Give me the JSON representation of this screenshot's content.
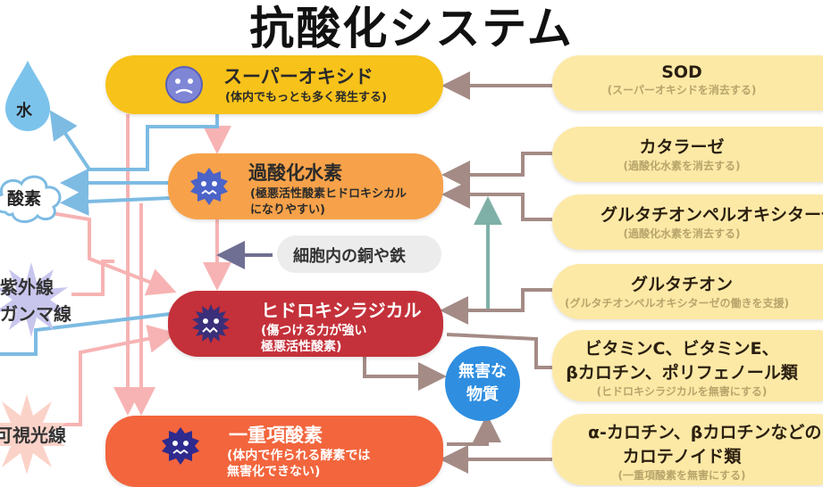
{
  "title": "抗酸化システム",
  "species": {
    "superoxide": {
      "name": "スーパーオキシド",
      "sub": "(体内でもっとも多く発生する)"
    },
    "h2o2": {
      "name": "過酸化水素",
      "sub1": "(極悪活性酸素ヒドロキシカル",
      "sub2": "になりやすい)"
    },
    "hydroxyl": {
      "name": "ヒドロキシラジカル",
      "sub1": "(傷つける力が強い",
      "sub2": "極悪活性酸素)"
    },
    "singlet": {
      "name": "一重項酸素",
      "sub1": "(体内で作られる酵素では",
      "sub2": "無害化できない)"
    }
  },
  "copper_iron": "細胞内の銅や鉄",
  "harmless": {
    "line1": "無害な",
    "line2": "物質"
  },
  "left": {
    "water": "水",
    "oxygen": "酸素",
    "uv1": "紫外線",
    "uv2": "ガンマ線",
    "visible": "可視光線"
  },
  "enzymes": [
    {
      "name": "SOD",
      "sub": "(スーパーオキシドを消去する)"
    },
    {
      "name": "カタラーゼ",
      "sub": "(過酸化水素を消去する)"
    },
    {
      "name": "グルタチオンペルオキシターゼ",
      "sub": "(過酸化水素を消去する)"
    },
    {
      "name": "グルタチオン",
      "sub": "(グルタチオンペルオキシターゼの働きを支援)"
    },
    {
      "name1": "ビタミンC、ビタミンE、",
      "name2": "βカロチン、ポリフェノール類",
      "sub": "(ヒドロキシラジカルを無害にする)"
    },
    {
      "name1": "α-カロチン、βカロチンなどの",
      "name2": "カロテノイド類",
      "sub": "(一重項酸素を無害にする)"
    }
  ],
  "colors": {
    "superoxide": "#f7c21a",
    "h2o2": "#f7a24a",
    "hydroxyl": "#c4313a",
    "singlet": "#f2653d",
    "enzyme": "#fde9a6",
    "pink_line": "#f7b3b3",
    "blue_line": "#7dbbe3",
    "brown_arrow": "#a48b86",
    "teal_arrow": "#7fb0a8",
    "harmless": "#2f8ee0"
  }
}
